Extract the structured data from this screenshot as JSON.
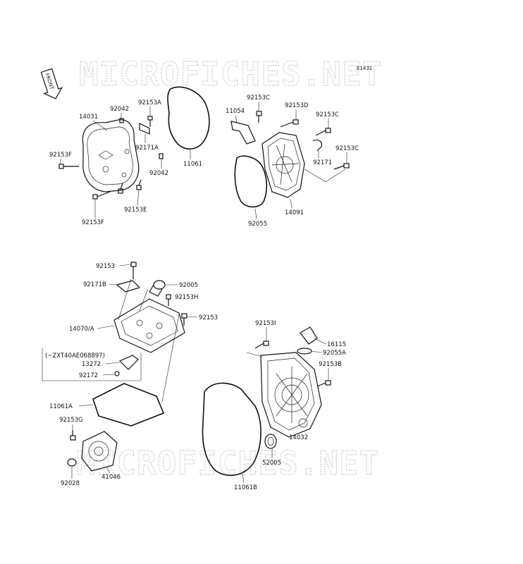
{
  "watermark": {
    "text": "MICROFICHES.NET"
  },
  "diagram": {
    "code": "E1431",
    "front_label": "FRONT",
    "note": "(~ZXT40AE068897)",
    "labels": {
      "p14031": "14031",
      "p92042_top": "92042",
      "p92153A": "92153A",
      "p92171A": "92171A",
      "p92153F_left": "92153F",
      "p92042_mid": "92042",
      "p11061": "11061",
      "p92153E": "92153E",
      "p92153F_bottom": "92153F",
      "p92153C_top": "92153C",
      "p11054": "11054",
      "p92153D": "92153D",
      "p92153C_right": "92153C",
      "p92153C_lower": "92153C",
      "p92171": "92171",
      "p14091": "14091",
      "p92055": "92055",
      "p92153_top": "92153",
      "p92171B": "92171B",
      "p92005": "92005",
      "p92153H": "92153H",
      "p92153_mid": "92153",
      "p14070A": "14070/A",
      "p13272": "13272",
      "p92172": "92172",
      "p11061A": "11061A",
      "p92153G": "92153G",
      "p92028": "92028",
      "p41046": "41046",
      "p92153I": "92153I",
      "p16115": "16115",
      "p92055A": "92055A",
      "p92153B": "92153B",
      "p52005": "52005",
      "p14032": "14032",
      "p11061B": "11061B"
    }
  }
}
